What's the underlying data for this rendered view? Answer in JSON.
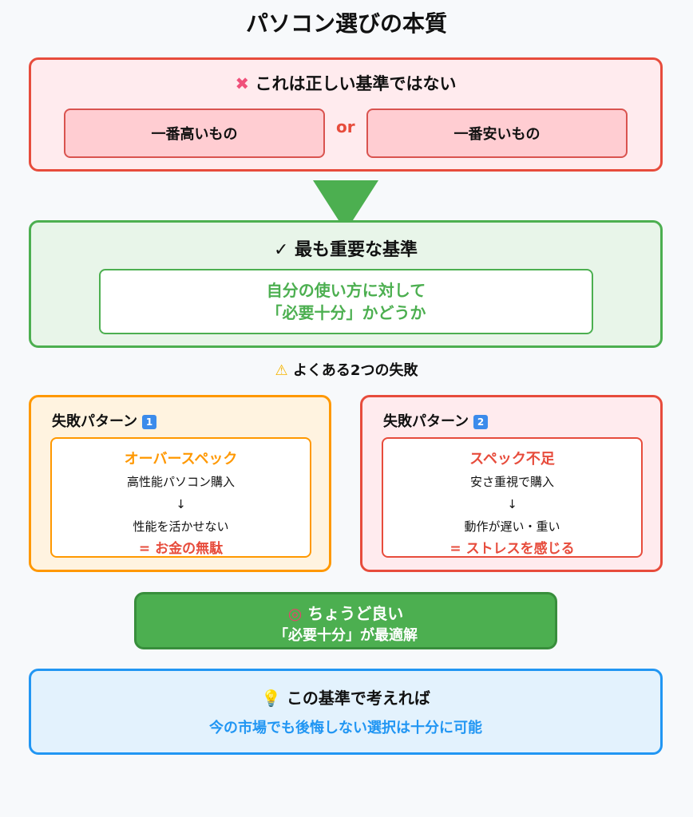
{
  "title": "パソコン選びの本質",
  "wrong": {
    "heading": "これは正しい基準ではない",
    "option1": "一番高いもの",
    "or": "or",
    "option2": "一番安いもの"
  },
  "right": {
    "heading": "✓ 最も重要な基準",
    "line1": "自分の使い方に対して",
    "line2": "「必要十分」かどうか"
  },
  "warning": "よくある2つの失敗",
  "failures": [
    {
      "label": "失敗パターン",
      "num": "1",
      "title": "オーバースペック",
      "step1": "高性能パソコン購入",
      "arrow": "↓",
      "step2": "性能を活かせない",
      "result": "= お金の無駄"
    },
    {
      "label": "失敗パターン",
      "num": "2",
      "title": "スペック不足",
      "step1": "安さ重視で購入",
      "arrow": "↓",
      "step2": "動作が遅い・重い",
      "result": "= ストレスを感じる"
    }
  ],
  "best": {
    "line1": "ちょうど良い",
    "line2": "「必要十分」が最適解"
  },
  "conclusion": {
    "heading": "この基準で考えれば",
    "text": "今の市場でも後悔しない選択は十分に可能"
  },
  "colors": {
    "red": "#e74c3c",
    "green": "#4caf50",
    "orange": "#ff9800",
    "blue": "#2196f3"
  }
}
